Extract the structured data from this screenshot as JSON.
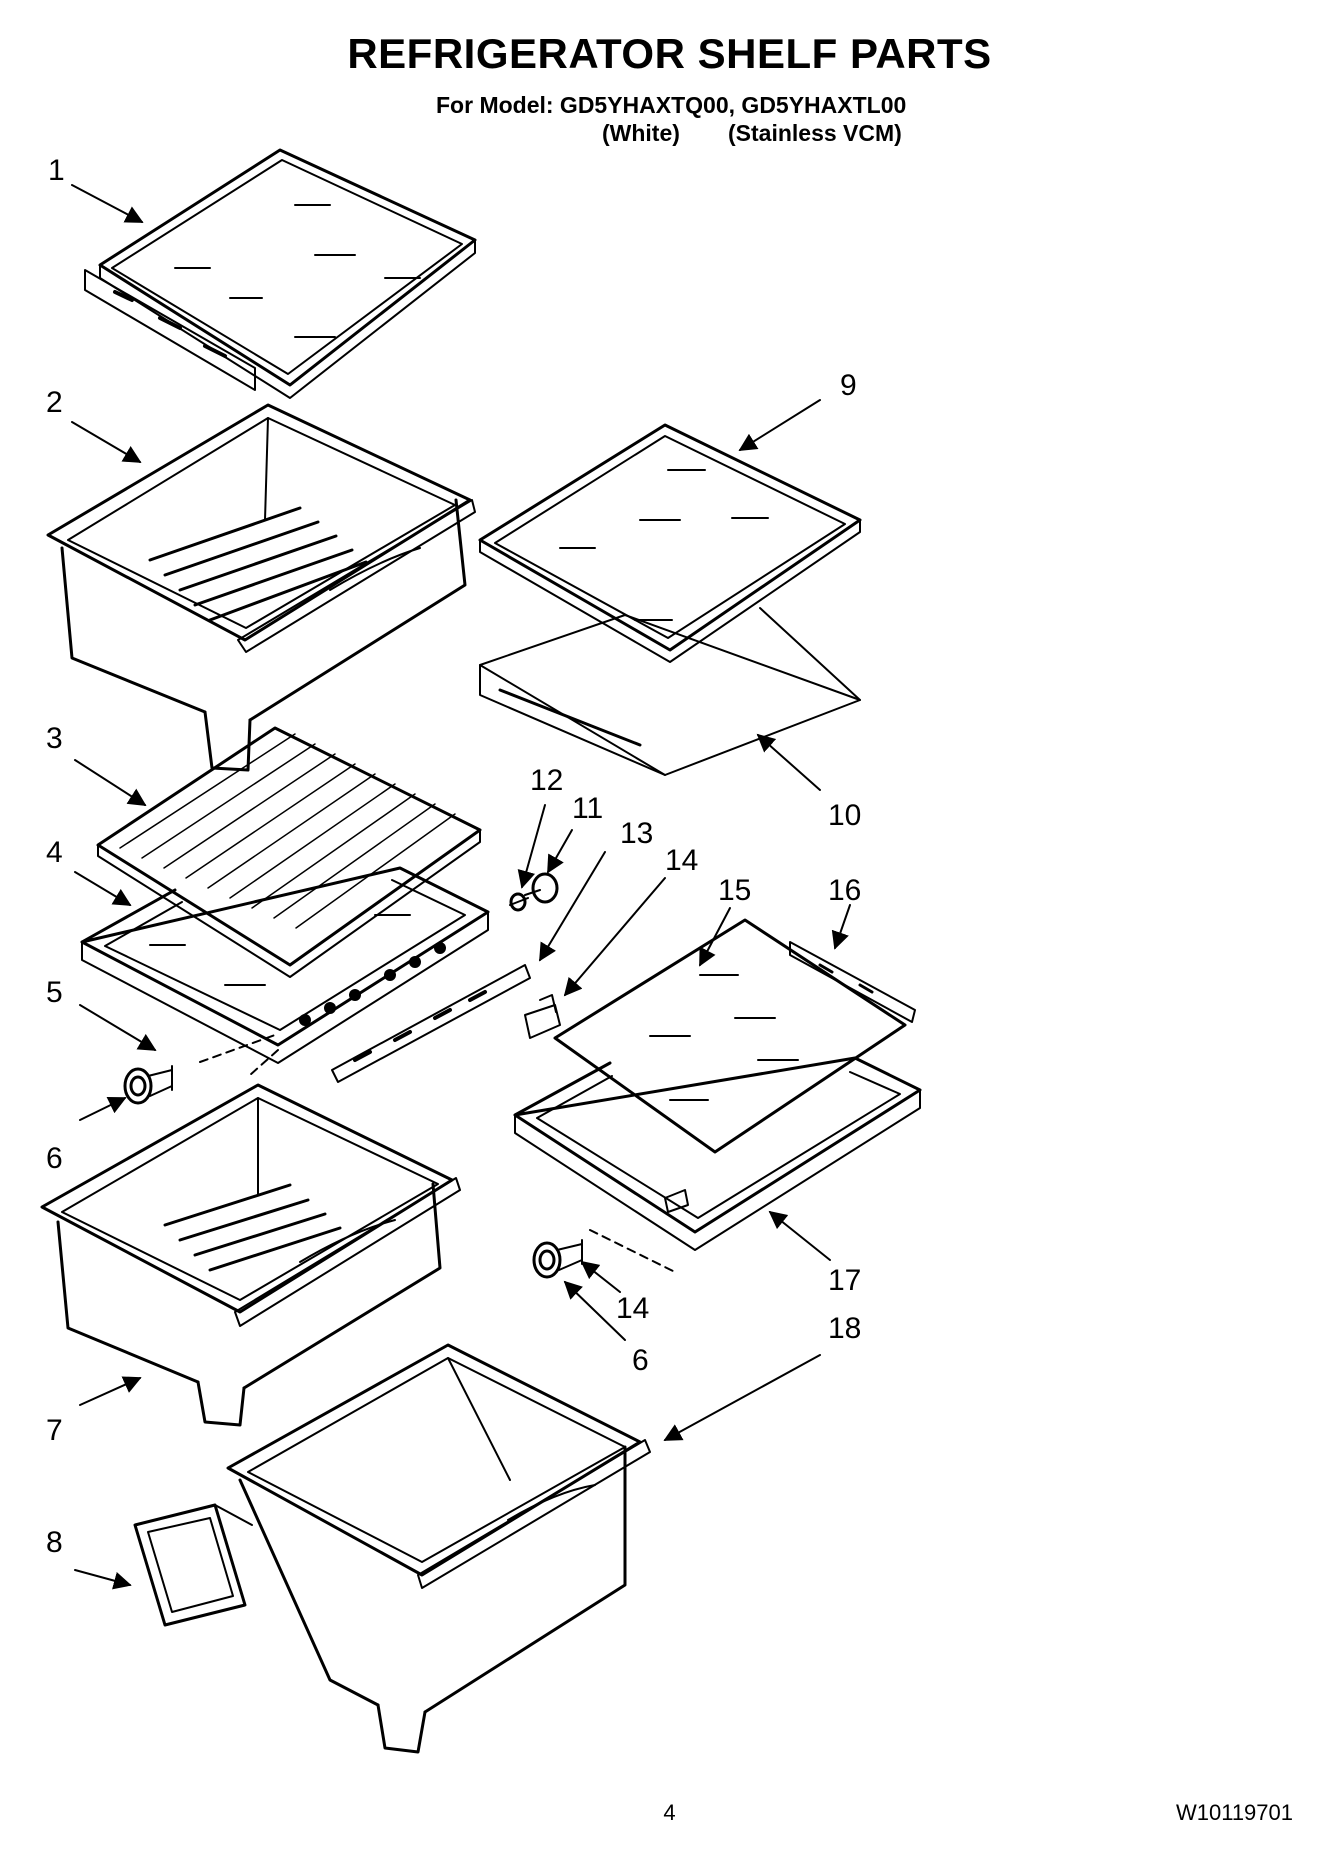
{
  "header": {
    "title": "REFRIGERATOR SHELF PARTS",
    "model_line": "For Model: GD5YHAXTQ00, GD5YHAXTL00",
    "variants": [
      "(White)",
      "(Stainless VCM)"
    ]
  },
  "callouts": [
    "1",
    "2",
    "3",
    "4",
    "5",
    "6",
    "7",
    "8",
    "9",
    "10",
    "11",
    "12",
    "13",
    "14",
    "15",
    "16",
    "17",
    "14",
    "6",
    "18"
  ],
  "footer": {
    "page_number": "4",
    "document_number": "W10119701"
  }
}
